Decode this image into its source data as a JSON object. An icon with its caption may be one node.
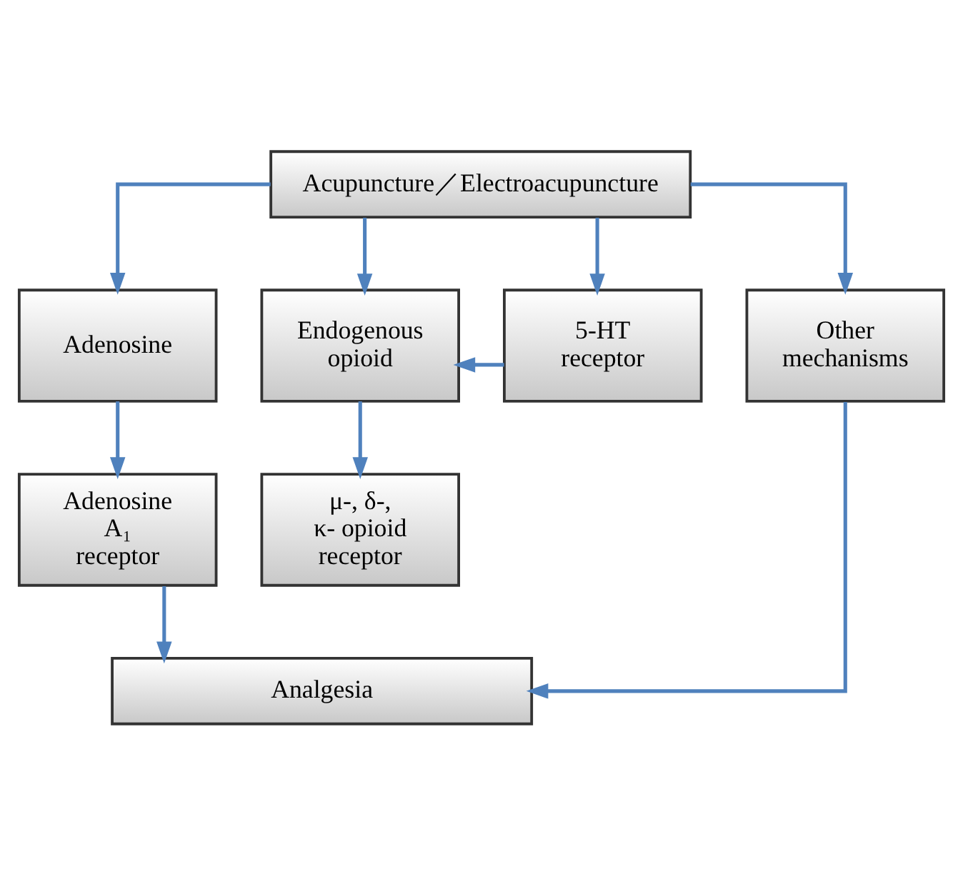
{
  "diagram": {
    "nodes": [
      {
        "text": [
          "Acupuncture／Electroacupuncture"
        ]
      },
      {
        "text": [
          "Adenosine"
        ]
      },
      {
        "text": [
          "Endogenous opioid"
        ]
      },
      {
        "text": [
          "5-HT receptor"
        ]
      },
      {
        "text": [
          "Other mechanisms"
        ]
      },
      {
        "text": [
          "Adenosine A₁ receptor"
        ]
      },
      {
        "text": [
          "μ-, δ-, κ- opioid receptor"
        ]
      },
      {
        "text": [
          "Analgesia"
        ]
      }
    ],
    "edges": [
      {
        "from": 0,
        "to": 1,
        "arrow": "to"
      },
      {
        "from": 0,
        "to": 2,
        "arrow": "to"
      },
      {
        "from": 0,
        "to": 3,
        "arrow": "to"
      },
      {
        "from": 0,
        "to": 4,
        "arrow": "to"
      },
      {
        "from": 3,
        "to": 2,
        "arrow": "to"
      },
      {
        "from": 1,
        "to": 5,
        "arrow": "to"
      },
      {
        "from": 2,
        "to": 6,
        "arrow": "to"
      },
      {
        "from": 5,
        "to": 7,
        "arrow": "to"
      },
      {
        "from": 4,
        "to": 7,
        "arrow": "to"
      }
    ]
  }
}
